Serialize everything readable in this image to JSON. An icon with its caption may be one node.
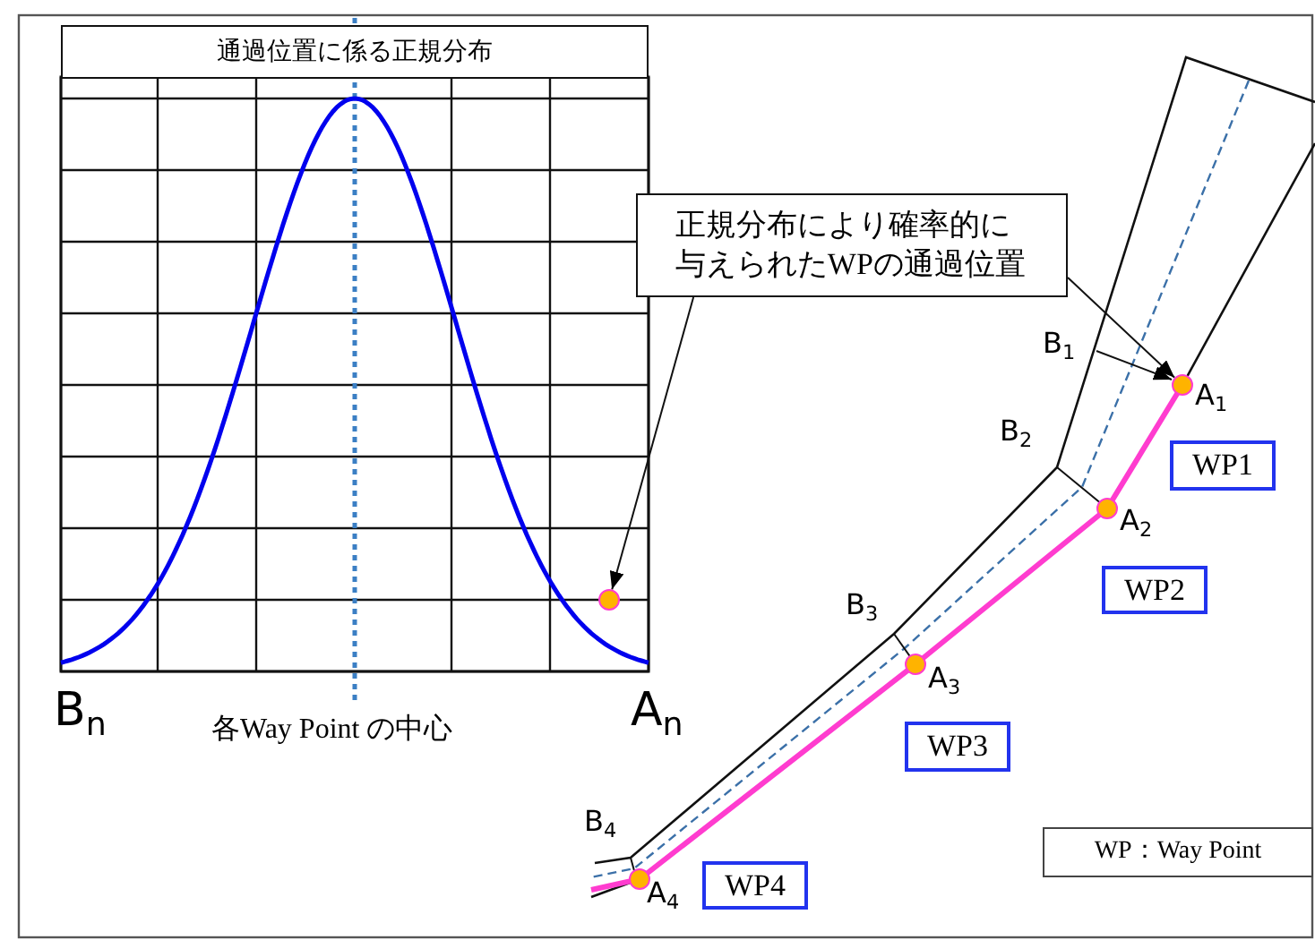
{
  "diagram": {
    "nodes": [
      {
        "text": [
          "通過位置に係る正規分布"
        ]
      },
      {
        "text": [
          "正規分布により確率的に与えられたWPの通過位置"
        ]
      },
      {
        "text": [],
        "shape": "circle"
      },
      {
        "text": [],
        "shape": "circle",
        "beside": [
          "A$_{1}$"
        ]
      },
      {
        "text": [
          "WP1"
        ]
      },
      {
        "text": [],
        "shape": "circle",
        "beside": [
          "A$_{2}$"
        ]
      },
      {
        "text": [
          "WP2"
        ]
      },
      {
        "text": [],
        "shape": "circle",
        "beside": [
          "A$_{3}$"
        ]
      },
      {
        "text": [
          "WP3"
        ]
      },
      {
        "text": [],
        "shape": "circle",
        "beside": [
          "A$_{4}$"
        ]
      },
      {
        "text": [
          "WP4"
        ]
      },
      {
        "text": [
          "WP：Way Point"
        ]
      }
    ],
    "edges": [
      {
        "from": 1,
        "to": 2,
        "arrow": "to"
      },
      {
        "from": 1,
        "to": 3,
        "arrow": "to"
      }
    ],
    "labels": [
      "B$_{1}$",
      "B$_{2}$",
      "B$_{3}$",
      "B$_{n}$",
      "各Way Point の中心",
      "A$_{n}$",
      "B$_{4}$"
    ]
  }
}
